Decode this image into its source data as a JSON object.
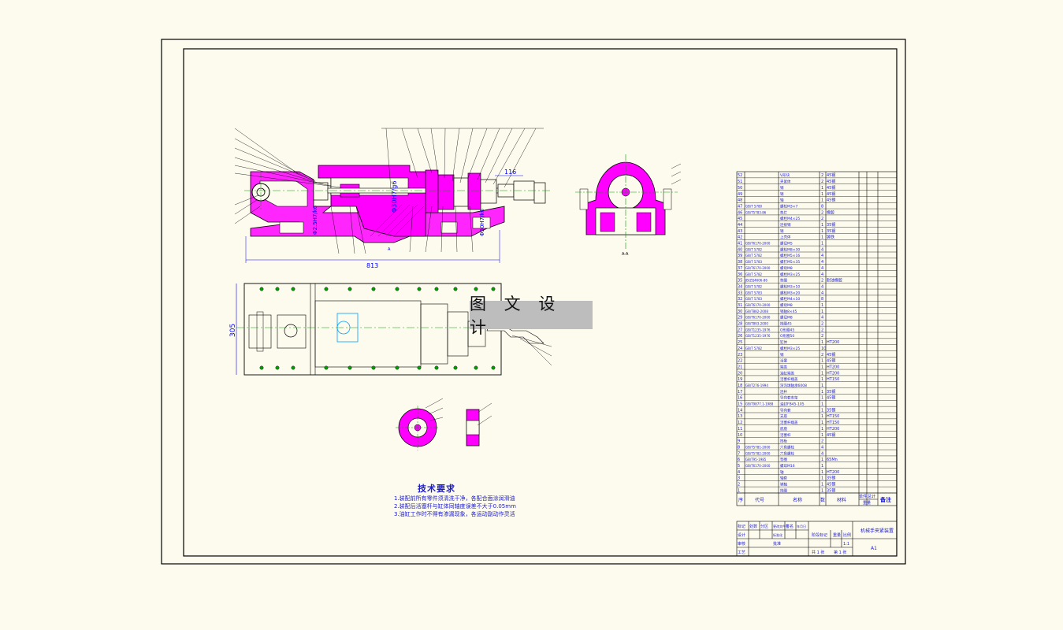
{
  "watermark": "图 文 设 计",
  "dimensions": {
    "overall_length": "813",
    "width_305": "305",
    "d116": "116",
    "fit_main": "Φ30H7/g6",
    "fit_left": "Φ2.5H7/k6",
    "fit_bore": "Φ50H7/k6",
    "section_label": "A-A",
    "a_mark": "A"
  },
  "tech_requirements": {
    "title": "技术要求",
    "lines": [
      "1.装配前所有零件须清洗干净，各配合面涂润滑油",
      "2.装配后活塞杆与缸体同轴度误差不大于0.05mm",
      "3.油缸工作时不得有渗漏现象，各运动副动作灵活"
    ]
  },
  "bom": {
    "rows": [
      {
        "no": "52",
        "code": "",
        "name": "V形块",
        "qty": "2",
        "mat": "45钢"
      },
      {
        "no": "51",
        "code": "",
        "name": "夹紧体",
        "qty": "2",
        "mat": "45钢"
      },
      {
        "no": "50",
        "code": "",
        "name": "销",
        "qty": "1",
        "mat": "45钢"
      },
      {
        "no": "49",
        "code": "",
        "name": "销",
        "qty": "1",
        "mat": "45钢"
      },
      {
        "no": "48",
        "code": "",
        "name": "轴",
        "qty": "1",
        "mat": "45钢"
      },
      {
        "no": "47",
        "code": "GB/T 5780",
        "name": "螺栓M3×7",
        "qty": "8",
        "mat": ""
      },
      {
        "no": "46",
        "code": "GB/T5783-86",
        "name": "垫片",
        "qty": "2",
        "mat": "橡胶"
      },
      {
        "no": "45",
        "code": "",
        "name": "螺栓M4×25",
        "qty": "2",
        "mat": ""
      },
      {
        "no": "44",
        "code": "",
        "name": "连接销",
        "qty": "1",
        "mat": "35钢"
      },
      {
        "no": "43",
        "code": "",
        "name": "销",
        "qty": "1",
        "mat": "35钢"
      },
      {
        "no": "42",
        "code": "",
        "name": "上壳体",
        "qty": "1",
        "mat": "铸铁"
      },
      {
        "no": "41",
        "code": "GB/T6170-2000",
        "name": "螺母M5",
        "qty": "1",
        "mat": ""
      },
      {
        "no": "40",
        "code": "GB/T 5782",
        "name": "螺栓M8×30",
        "qty": "4",
        "mat": ""
      },
      {
        "no": "39",
        "code": "GB/T 5782",
        "name": "螺栓M5×16",
        "qty": "4",
        "mat": ""
      },
      {
        "no": "38",
        "code": "GB/T 5783",
        "name": "螺钉M5×35",
        "qty": "4",
        "mat": ""
      },
      {
        "no": "37",
        "code": "GB/T6170-2000",
        "name": "螺母M8",
        "qty": "4",
        "mat": ""
      },
      {
        "no": "36",
        "code": "GB/T 5782",
        "name": "螺栓M3×25",
        "qty": "4",
        "mat": ""
      },
      {
        "no": "35",
        "code": "JB/ZQ4606-86",
        "name": "垫圈",
        "qty": "2",
        "mat": "耐油橡胶"
      },
      {
        "no": "34",
        "code": "GB/T 5782",
        "name": "螺栓M3×10",
        "qty": "4",
        "mat": ""
      },
      {
        "no": "33",
        "code": "GB/T 5783",
        "name": "螺栓M3×20",
        "qty": "4",
        "mat": ""
      },
      {
        "no": "32",
        "code": "GB/T 5783",
        "name": "螺栓M4×10",
        "qty": "8",
        "mat": ""
      },
      {
        "no": "31",
        "code": "GB/T6170-2000",
        "name": "螺母M8",
        "qty": "1",
        "mat": ""
      },
      {
        "no": "30",
        "code": "GB/T882-2008",
        "name": "销轴8×45",
        "qty": "1",
        "mat": ""
      },
      {
        "no": "29",
        "code": "GB/T6170-2000",
        "name": "螺母M8",
        "qty": "4",
        "mat": ""
      },
      {
        "no": "28",
        "code": "GB/T893-2000",
        "name": "挡圈45",
        "qty": "2",
        "mat": ""
      },
      {
        "no": "27",
        "code": "GB/T1235-1976",
        "name": "O形圈45",
        "qty": "2",
        "mat": ""
      },
      {
        "no": "26",
        "code": "GB/T1235-1976",
        "name": "O形圈50",
        "qty": "2",
        "mat": ""
      },
      {
        "no": "25",
        "code": "",
        "name": "缸体",
        "qty": "1",
        "mat": "HT200"
      },
      {
        "no": "24",
        "code": "GB/T 5782",
        "name": "螺栓M3×25",
        "qty": "10",
        "mat": ""
      },
      {
        "no": "23",
        "code": "",
        "name": "销",
        "qty": "2",
        "mat": "45钢"
      },
      {
        "no": "22",
        "code": "",
        "name": "活塞",
        "qty": "1",
        "mat": "45钢"
      },
      {
        "no": "21",
        "code": "",
        "name": "端盖",
        "qty": "1",
        "mat": "HT200"
      },
      {
        "no": "20",
        "code": "",
        "name": "油缸端盖",
        "qty": "1",
        "mat": "HT200"
      },
      {
        "no": "19",
        "code": "",
        "name": "活塞杆端盖",
        "qty": "1",
        "mat": "HT150"
      },
      {
        "no": "18",
        "code": "GB/T276-1994",
        "name": "深沟球轴承6008",
        "qty": "1",
        "mat": ""
      },
      {
        "no": "17",
        "code": "",
        "name": "连杆",
        "qty": "1",
        "mat": "35钢"
      },
      {
        "no": "16",
        "code": "",
        "name": "导向套支架",
        "qty": "1",
        "mat": "45钢"
      },
      {
        "no": "15",
        "code": "GB/T9877.1-1988",
        "name": "油封FB45-105",
        "qty": "1",
        "mat": ""
      },
      {
        "no": "14",
        "code": "",
        "name": "导向套",
        "qty": "1",
        "mat": "35钢"
      },
      {
        "no": "13",
        "code": "",
        "name": "支座",
        "qty": "1",
        "mat": "HT150"
      },
      {
        "no": "12",
        "code": "",
        "name": "活塞杆端盖",
        "qty": "1",
        "mat": "HT150"
      },
      {
        "no": "11",
        "code": "",
        "name": "底座",
        "qty": "1",
        "mat": "HT200"
      },
      {
        "no": "10",
        "code": "",
        "name": "活塞杆",
        "qty": "1",
        "mat": "45钢"
      },
      {
        "no": "9",
        "code": "",
        "name": "挡板",
        "qty": "2",
        "mat": ""
      },
      {
        "no": "8",
        "code": "GB/T5781-2000",
        "name": "六角螺栓",
        "qty": "4",
        "mat": ""
      },
      {
        "no": "7",
        "code": "GB/T5782-2000",
        "name": "六角螺栓",
        "qty": "4",
        "mat": ""
      },
      {
        "no": "6",
        "code": "GB/T95-1985",
        "name": "垫圈",
        "qty": "1",
        "mat": "65Mn"
      },
      {
        "no": "5",
        "code": "GB/T6170-2000",
        "name": "螺母M16",
        "qty": "1",
        "mat": ""
      },
      {
        "no": "4",
        "code": "",
        "name": "轴",
        "qty": "1",
        "mat": "HT200"
      },
      {
        "no": "3",
        "code": "",
        "name": "轴套",
        "qty": "1",
        "mat": "35钢"
      },
      {
        "no": "2",
        "code": "",
        "name": "销轴",
        "qty": "1",
        "mat": "45钢"
      },
      {
        "no": "1",
        "code": "",
        "name": "挡圈",
        "qty": "1",
        "mat": "35钢"
      }
    ],
    "header": {
      "no": "序",
      "code": "代号",
      "name": "名称",
      "qty": "数",
      "mat": "材料",
      "w1": "单件",
      "w2": "总计",
      "weight": "重量",
      "remark": "备注"
    }
  },
  "title_block": {
    "c1": "标记",
    "c2": "处数",
    "c3": "分区",
    "c4": "更改文件号",
    "c5": "签名",
    "c6": "年月日",
    "r1": "设计",
    "r2": "审核",
    "r3": "工艺",
    "std": "标准化",
    "approve": "批准",
    "stage": "阶段标记",
    "weight": "重量",
    "scale": "比例",
    "scale_val": "1:1",
    "sheets": "共 1 张",
    "sheet_no": "第 1 张",
    "drawing_name": "机械手夹紧装置",
    "drawing_no": "A1"
  }
}
